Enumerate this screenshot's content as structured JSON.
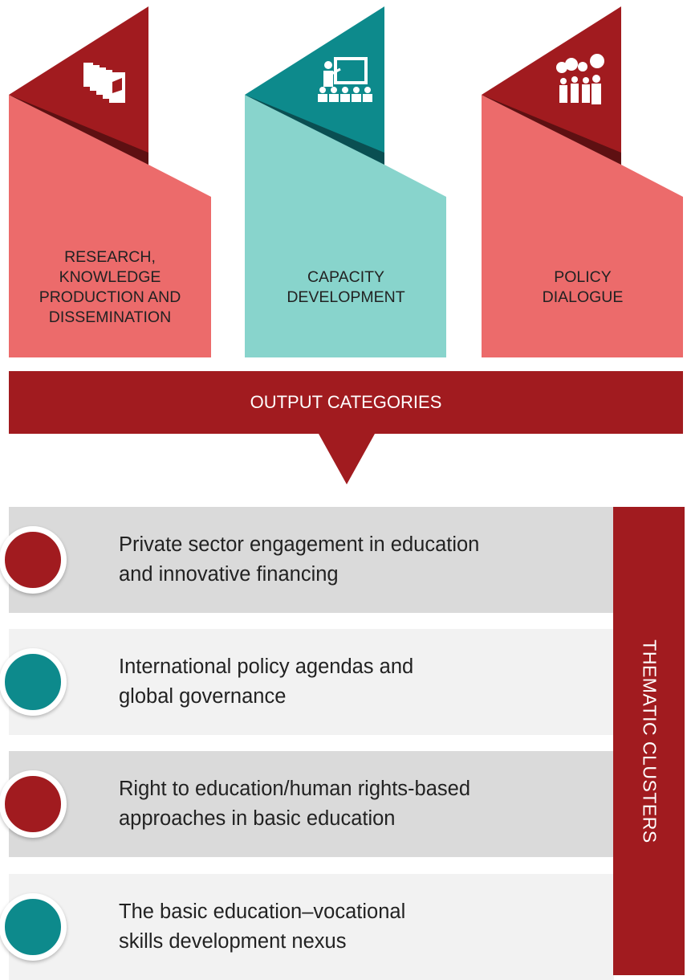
{
  "output_categories": {
    "title": "OUTPUT CATEGORIES",
    "items": [
      {
        "label": "RESEARCH,\nKNOWLEDGE\nPRODUCTION AND\nDISSEMINATION",
        "icon": "books-icon",
        "color": "#ec6b6b",
        "accent": "#a11b1f"
      },
      {
        "label": "CAPACITY\nDEVELOPMENT",
        "icon": "presentation-icon",
        "color": "#88d4cc",
        "accent": "#0d8a8c"
      },
      {
        "label": "POLICY\nDIALOGUE",
        "icon": "dialogue-icon",
        "color": "#ec6b6b",
        "accent": "#a11b1f"
      }
    ]
  },
  "thematic_clusters": {
    "title": "THEMATIC CLUSTERS",
    "items": [
      {
        "label": "Private sector engagement in education\nand innovative financing",
        "bullet_color": "#a11b1f"
      },
      {
        "label": "International policy agendas and\nglobal governance",
        "bullet_color": "#0d8a8c"
      },
      {
        "label": "Right to education/human rights-based\napproaches in basic education",
        "bullet_color": "#a11b1f"
      },
      {
        "label": "The basic education–vocational\nskills development nexus",
        "bullet_color": "#0d8a8c"
      }
    ]
  },
  "colors": {
    "red": "#a11b1f",
    "pink": "#ec6b6b",
    "teal": "#0d8a8c",
    "mint": "#88d4cc"
  }
}
